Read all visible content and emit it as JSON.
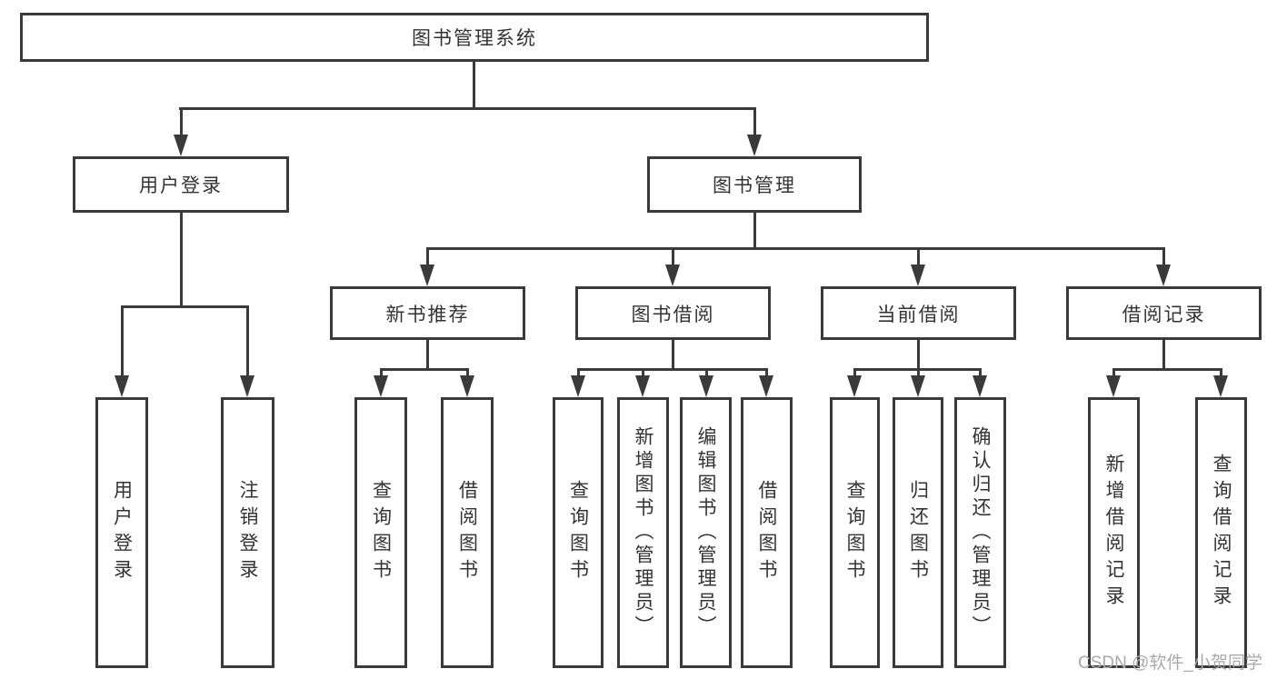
{
  "colors": {
    "line": "#3a3a3a",
    "text": "#333333",
    "watermark": "#a9a9a9",
    "background": "#ffffff"
  },
  "root": {
    "label": "图书管理系统"
  },
  "level2": {
    "user_login": {
      "label": "用户登录"
    },
    "book_management": {
      "label": "图书管理"
    }
  },
  "level3": {
    "new_book": {
      "label": "新书推荐"
    },
    "book_borrow": {
      "label": "图书借阅"
    },
    "current_borrow": {
      "label": "当前借阅"
    },
    "borrow_record": {
      "label": "借阅记录"
    }
  },
  "leaves": {
    "user_login": {
      "label": "用户登录"
    },
    "logout": {
      "label": "注销登录"
    },
    "nb_query": {
      "label": "查询图书"
    },
    "nb_borrow": {
      "label": "借阅图书"
    },
    "bb_query": {
      "label": "查询图书"
    },
    "bb_add": {
      "label": "新增图书（管理员）"
    },
    "bb_edit": {
      "label": "编辑图书（管理员）"
    },
    "bb_borrow": {
      "label": "借阅图书"
    },
    "cb_query": {
      "label": "查询图书"
    },
    "cb_return": {
      "label": "归还图书"
    },
    "cb_confirm": {
      "label": "确认归还（管理员）"
    },
    "br_add": {
      "label": "新增借阅记录"
    },
    "br_query": {
      "label": "查询借阅记录"
    }
  },
  "watermark": {
    "text": "CSDN @软件_小贺同学"
  }
}
